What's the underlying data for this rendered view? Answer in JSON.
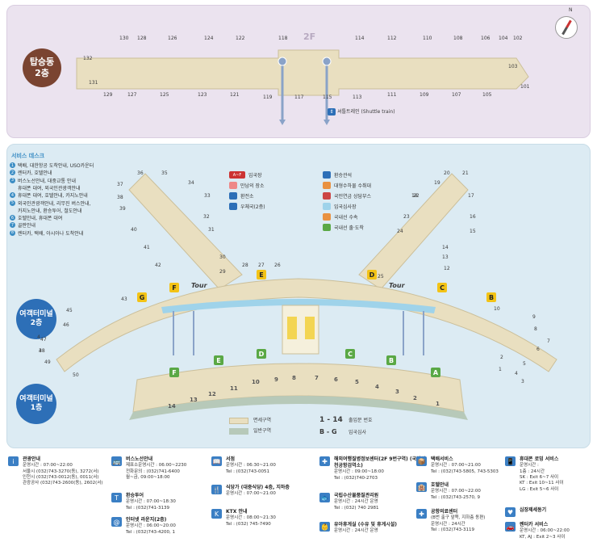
{
  "top": {
    "floor": "2F",
    "concourse_label": "탑승동\n2층",
    "shuttle_label": "셔틀트레인 (Shuttle train)",
    "gates_top": [
      "130",
      "128",
      "126",
      "124",
      "122",
      "118",
      "114",
      "112",
      "110",
      "108",
      "106",
      "104",
      "102"
    ],
    "gates_bottom": [
      "132",
      "131",
      "129",
      "127",
      "125",
      "123",
      "121",
      "119",
      "117",
      "115",
      "113",
      "111",
      "109",
      "107",
      "105",
      "103",
      "101"
    ]
  },
  "legend": {
    "title": "서비스 데스크",
    "items": [
      {
        "n": "1",
        "text": "택배, 대한항공 도착안내, USO카운터"
      },
      {
        "n": "2",
        "text": "렌터카, 호텔안내"
      },
      {
        "n": "3",
        "text": "버스노선안내, 대중교통 안내"
      },
      {
        "n": "",
        "text": "휴대폰 대여, 외국인관광객안내"
      },
      {
        "n": "4",
        "text": "휴대폰 대여, 호텔안내, 카지노안내"
      },
      {
        "n": "5",
        "text": "외국인관광객안내, 리무진 버스안내,"
      },
      {
        "n": "",
        "text": "카지노안내, 환승투어, 철도안내"
      },
      {
        "n": "6",
        "text": "호텔안내, 휴대폰 대여"
      },
      {
        "n": "7",
        "text": "골판안내"
      },
      {
        "n": "8",
        "text": "렌터카, 택배, 아시아나 도착안내"
      }
    ],
    "symbols": [
      {
        "icon": "A~F",
        "text": "입국장"
      },
      {
        "icon": "meet",
        "text": "만남의 장소"
      },
      {
        "icon": "exch",
        "text": "환전소"
      },
      {
        "icon": "post",
        "text": "우체국(2층)"
      },
      {
        "icon": "transfer",
        "text": "환승관석"
      },
      {
        "icon": "shuttle",
        "text": "대형수하물 수취대"
      },
      {
        "icon": "ref",
        "text": "국민연금 상담부스"
      },
      {
        "icon": "dom",
        "text": "입국심사장"
      },
      {
        "icon": "domc",
        "text": "국내선 수속"
      },
      {
        "icon": "domr",
        "text": "국내선 출·도착"
      }
    ]
  },
  "main": {
    "terminal2": "여객터미널\n2층",
    "terminal1": "여객터미널\n1층",
    "zone_restricted": "면세구역",
    "zone_general": "일반구역",
    "entrance_range": "1 - 14",
    "entrance_label": "출입문 번호",
    "check_range": "B - G",
    "check_label": "입국심사",
    "tour": "Tour",
    "gates_left": [
      "36",
      "35",
      "34",
      "33",
      "37",
      "38",
      "39",
      "32",
      "40",
      "31",
      "41",
      "30",
      "42",
      "29",
      "28",
      "27",
      "26",
      "43",
      "45",
      "46",
      "47",
      "48",
      "49",
      "50",
      "4",
      "3"
    ],
    "gates_right": [
      "21",
      "20",
      "19",
      "18",
      "22",
      "17",
      "23",
      "16",
      "24",
      "15",
      "14",
      "13",
      "12",
      "25",
      "11",
      "10",
      "9",
      "8",
      "7",
      "6",
      "5",
      "4",
      "3",
      "2",
      "1"
    ],
    "entrances": [
      "14",
      "13",
      "12",
      "11",
      "10",
      "9",
      "8",
      "7",
      "6",
      "5",
      "4",
      "3",
      "2",
      "1"
    ],
    "checkin_letters": [
      "F",
      "E",
      "D",
      "C",
      "B",
      "A"
    ]
  },
  "info": [
    {
      "title": "관광안내",
      "lines": [
        "운영시간 : 07:00~22:00",
        "서울시 (032)743-3270(동), 3272(서)",
        "인천시 (032)743-0012(동), 0011(서)",
        "관광공사 (032)743-2600(동), 2602(서)"
      ]
    },
    {
      "title": "버스노선안내",
      "lines": [
        "제표소운영시간 : 06:00~2230",
        "전화문의 : (032)741-6400",
        "월~금, 09:00~18:00"
      ]
    },
    {
      "title": "환승투어",
      "lines": [
        "운영시간 : 07:00~18:30",
        "Tel : (032)741-3139"
      ]
    },
    {
      "title": "인터넷 라운지(2층)",
      "lines": [
        "운영시간 : 06:00~20:00",
        "Tel : (032)743-4200, 1"
      ]
    },
    {
      "title": "서점",
      "lines": [
        "운영시간 : 06:30~21:00",
        "Tel : (032)743-0051"
      ]
    },
    {
      "title": "식당가 (대중식당) 4층, 지하층",
      "lines": [
        "운영시간 : 07:00~21:00"
      ]
    },
    {
      "title": "KTX 안내",
      "lines": [
        "운영시간 : 08:00~21:30",
        "Tel : (032) 745-7490"
      ]
    },
    {
      "title": "해외여행질병정보센터(2F 9번구역) (국립인천공항검역소)",
      "lines": [
        "운영시간 : 09:00~18:00",
        "Tel : (032)740-2703"
      ]
    },
    {
      "title": "국립수산물품질관리원",
      "lines": [
        "운영시간 : 24시간 운영",
        "Tel : (032) 740 2981"
      ]
    },
    {
      "title": "유아휴게실 (수유 및 휴게시설)",
      "lines": [
        "운영시간 : 24시간 운영"
      ]
    },
    {
      "title": "택배서비스",
      "lines": [
        "운영시간 : 07:00~21:00",
        "Tel : (032)743-5805, 743-5303"
      ]
    },
    {
      "title": "호텔안내",
      "lines": [
        "운영시간 : 07:00~22:00",
        "Tel : (032)743-2570, 9"
      ]
    },
    {
      "title": "공항의료센터",
      "lines": [
        "(B번 출구 앞쪽, 지하층 동편)",
        "운영시간 : 24시간",
        "Tel : (032)743-3119"
      ]
    },
    {
      "title": "휴대폰 로밍 서비스",
      "lines": [
        "운영시간 :",
        "1층 : 24시간",
        "SK : Exit 6~7 사이",
        "KT : Exit 10~11 사이",
        "LG : Exit 5~6 사이"
      ]
    },
    {
      "title": "심장제세동기",
      "lines": []
    },
    {
      "title": "렌터카 서비스",
      "lines": [
        "운영시간 : 06:00~22:00",
        "KT, AJ : Exit 2~3 사이"
      ]
    }
  ],
  "colors": {
    "concourse": "#e9dfc0",
    "terminal": "#2d6fb7",
    "concourse_badge": "#7a4431",
    "accent": "#3b8dc4"
  }
}
